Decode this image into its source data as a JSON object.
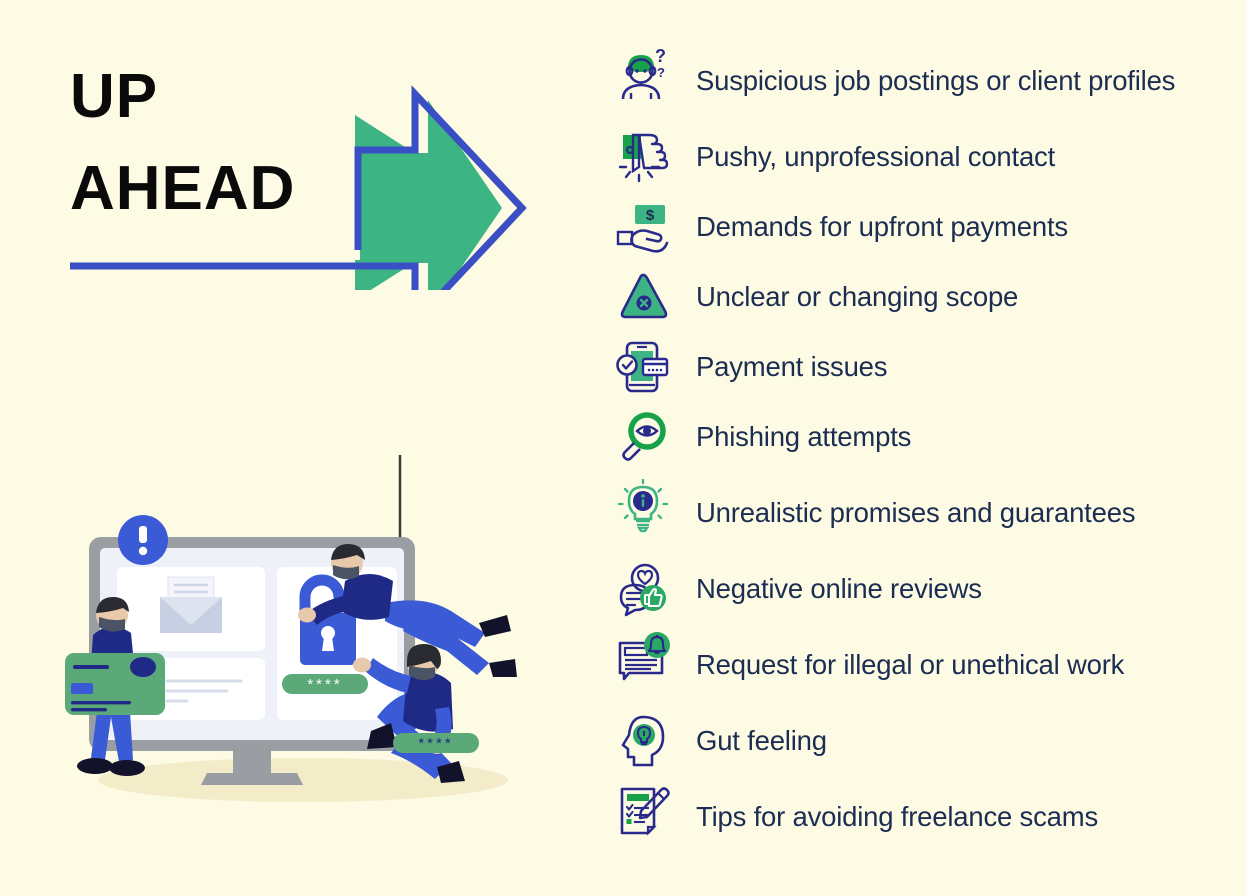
{
  "page": {
    "background_color": "#fdfbe4",
    "title_color": "#0a0a0a",
    "text_color": "#1b2d52",
    "accent_blue": "#3b4fc4",
    "accent_green": "#3cb483",
    "navy": "#2a2a8c"
  },
  "headline": {
    "line1": "UP",
    "line2": "AHEAD",
    "arrow_fill": "#3cb483",
    "arrow_outline": "#3b4fc4"
  },
  "illustration": {
    "name": "online-scam-illustration",
    "warning_badge": "!",
    "password_mask_1": "* * * *",
    "password_mask_2": "* * * *",
    "monitor_frame_color": "#9a9ea3",
    "card_color": "#5ba878",
    "character_shirt_color": "#1f2a86",
    "character_pants_color": "#3b5bd6"
  },
  "list": {
    "items": [
      {
        "icon": "person-question-icon",
        "label": "Suspicious job postings or client profiles"
      },
      {
        "icon": "thumbs-down-hand-icon",
        "label": "Pushy, unprofessional contact"
      },
      {
        "icon": "hand-money-icon",
        "label": "Demands for upfront payments"
      },
      {
        "icon": "warning-triangle-x-icon",
        "label": "Unclear or changing scope"
      },
      {
        "icon": "phone-card-check-icon",
        "label": "Payment issues"
      },
      {
        "icon": "magnifier-eye-icon",
        "label": "Phishing attempts"
      },
      {
        "icon": "lightbulb-info-icon",
        "label": "Unrealistic promises and guarantees"
      },
      {
        "icon": "review-bubbles-icon",
        "label": "Negative online reviews"
      },
      {
        "icon": "document-bell-icon",
        "label": "Request for illegal or unethical work"
      },
      {
        "icon": "head-lightbulb-icon",
        "label": "Gut feeling"
      },
      {
        "icon": "clipboard-pencil-icon",
        "label": "Tips for avoiding freelance scams"
      }
    ]
  }
}
